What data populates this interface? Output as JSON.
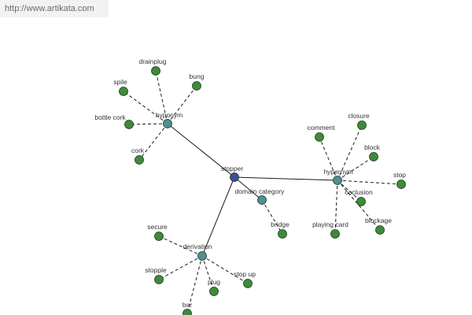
{
  "banner": {
    "url": "http://www.artikata.com"
  },
  "colors": {
    "root": "#3d4f8f",
    "relation": "#4f8f96",
    "leaf": "#3f8a3a",
    "node_stroke": "#1f3a1f",
    "edge": "#1a1a1a"
  },
  "graph": {
    "nodes": [
      {
        "id": "stopper",
        "label": "stopper",
        "kind": "root"
      },
      {
        "id": "hyponym",
        "label": "hyponym",
        "kind": "relation"
      },
      {
        "id": "hypernym",
        "label": "hypernym",
        "kind": "relation"
      },
      {
        "id": "derivation",
        "label": "derivation",
        "kind": "relation"
      },
      {
        "id": "domain",
        "label": "domain category",
        "kind": "relation"
      },
      {
        "id": "drainplug",
        "label": "drainplug",
        "kind": "leaf"
      },
      {
        "id": "bung",
        "label": "bung",
        "kind": "leaf"
      },
      {
        "id": "spile",
        "label": "spile",
        "kind": "leaf"
      },
      {
        "id": "bottlecork",
        "label": "bottle cork",
        "kind": "leaf"
      },
      {
        "id": "cork",
        "label": "cork",
        "kind": "leaf"
      },
      {
        "id": "comment",
        "label": "comment",
        "kind": "leaf"
      },
      {
        "id": "closure",
        "label": "closure",
        "kind": "leaf"
      },
      {
        "id": "block",
        "label": "block",
        "kind": "leaf"
      },
      {
        "id": "stop",
        "label": "stop",
        "kind": "leaf"
      },
      {
        "id": "occlusion",
        "label": "occlusion",
        "kind": "leaf"
      },
      {
        "id": "blockage",
        "label": "blockage",
        "kind": "leaf"
      },
      {
        "id": "playingcard",
        "label": "playing card",
        "kind": "leaf"
      },
      {
        "id": "bridge",
        "label": "bridge",
        "kind": "leaf"
      },
      {
        "id": "secure",
        "label": "secure",
        "kind": "leaf"
      },
      {
        "id": "stopple",
        "label": "stopple",
        "kind": "leaf"
      },
      {
        "id": "plug",
        "label": "plug",
        "kind": "leaf"
      },
      {
        "id": "stopup",
        "label": "stop up",
        "kind": "leaf"
      },
      {
        "id": "bar",
        "label": "bar",
        "kind": "leaf"
      }
    ],
    "edges": [
      {
        "from": "stopper",
        "to": "hyponym",
        "style": "solid"
      },
      {
        "from": "stopper",
        "to": "hypernym",
        "style": "solid"
      },
      {
        "from": "stopper",
        "to": "derivation",
        "style": "solid"
      },
      {
        "from": "stopper",
        "to": "domain",
        "style": "solid"
      },
      {
        "from": "hyponym",
        "to": "drainplug",
        "style": "dashed"
      },
      {
        "from": "hyponym",
        "to": "bung",
        "style": "dashed"
      },
      {
        "from": "hyponym",
        "to": "spile",
        "style": "dashed"
      },
      {
        "from": "hyponym",
        "to": "bottlecork",
        "style": "dashed"
      },
      {
        "from": "hyponym",
        "to": "cork",
        "style": "dashed"
      },
      {
        "from": "hypernym",
        "to": "comment",
        "style": "dashed"
      },
      {
        "from": "hypernym",
        "to": "closure",
        "style": "dashed"
      },
      {
        "from": "hypernym",
        "to": "block",
        "style": "dashed"
      },
      {
        "from": "hypernym",
        "to": "stop",
        "style": "dashed"
      },
      {
        "from": "hypernym",
        "to": "occlusion",
        "style": "dashed"
      },
      {
        "from": "hypernym",
        "to": "blockage",
        "style": "dashed"
      },
      {
        "from": "hypernym",
        "to": "playingcard",
        "style": "dashed"
      },
      {
        "from": "domain",
        "to": "bridge",
        "style": "dashed"
      },
      {
        "from": "derivation",
        "to": "secure",
        "style": "dashed"
      },
      {
        "from": "derivation",
        "to": "stopple",
        "style": "dashed"
      },
      {
        "from": "derivation",
        "to": "plug",
        "style": "dashed"
      },
      {
        "from": "derivation",
        "to": "stopup",
        "style": "dashed"
      },
      {
        "from": "derivation",
        "to": "bar",
        "style": "dashed"
      }
    ]
  }
}
